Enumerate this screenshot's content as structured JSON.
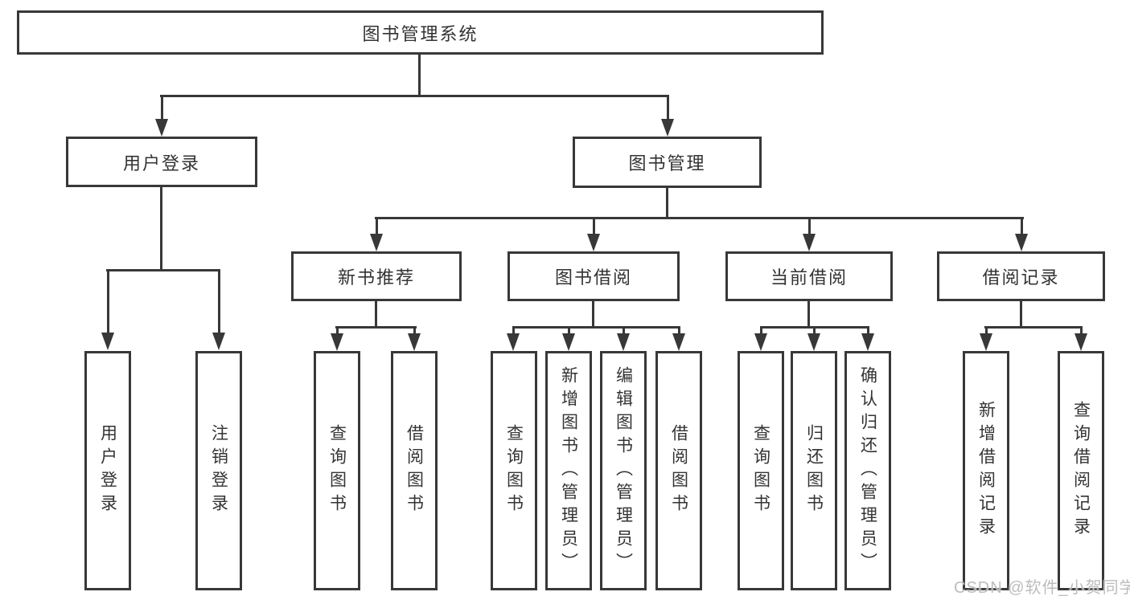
{
  "diagram": {
    "title": "图书管理系统",
    "type": "hierarchy-tree",
    "orientation": "top-down"
  },
  "colors": {
    "line": "#383838",
    "text": "#333333",
    "background": "#ffffff",
    "watermark": "#b8b8b8"
  },
  "nodes": {
    "root": {
      "label": "图书管理系统",
      "level": 1
    },
    "user_login": {
      "label": "用户登录",
      "level": 2
    },
    "book_mgmt": {
      "label": "图书管理",
      "level": 2
    },
    "login": {
      "label": "用户登录",
      "level": 3
    },
    "logout": {
      "label": "注销登录",
      "level": 3
    },
    "new_book_rec": {
      "label": "新书推荐",
      "level": 3
    },
    "book_borrow": {
      "label": "图书借阅",
      "level": 3
    },
    "current_borrow": {
      "label": "当前借阅",
      "level": 3
    },
    "borrow_record": {
      "label": "借阅记录",
      "level": 3
    },
    "nb_query": {
      "label": "查询图书",
      "level": 4
    },
    "nb_borrow": {
      "label": "借阅图书",
      "level": 4
    },
    "bb_query": {
      "label": "查询图书",
      "level": 4
    },
    "bb_add": {
      "label": "新增图书（管理员）",
      "level": 4
    },
    "bb_edit": {
      "label": "编辑图书（管理员）",
      "level": 4
    },
    "bb_borrow": {
      "label": "借阅图书",
      "level": 4
    },
    "cb_query": {
      "label": "查询图书",
      "level": 4
    },
    "cb_return": {
      "label": "归还图书",
      "level": 4
    },
    "cb_confirm": {
      "label": "确认归还（管理员）",
      "level": 4
    },
    "br_add": {
      "label": "新增借阅记录",
      "level": 4
    },
    "br_query": {
      "label": "查询借阅记录",
      "level": 4
    }
  },
  "edges": [
    [
      "root",
      "user_login"
    ],
    [
      "root",
      "book_mgmt"
    ],
    [
      "user_login",
      "login"
    ],
    [
      "user_login",
      "logout"
    ],
    [
      "book_mgmt",
      "new_book_rec"
    ],
    [
      "book_mgmt",
      "book_borrow"
    ],
    [
      "book_mgmt",
      "current_borrow"
    ],
    [
      "book_mgmt",
      "borrow_record"
    ],
    [
      "new_book_rec",
      "nb_query"
    ],
    [
      "new_book_rec",
      "nb_borrow"
    ],
    [
      "book_borrow",
      "bb_query"
    ],
    [
      "book_borrow",
      "bb_add"
    ],
    [
      "book_borrow",
      "bb_edit"
    ],
    [
      "book_borrow",
      "bb_borrow"
    ],
    [
      "current_borrow",
      "cb_query"
    ],
    [
      "current_borrow",
      "cb_return"
    ],
    [
      "current_borrow",
      "cb_confirm"
    ],
    [
      "borrow_record",
      "br_add"
    ],
    [
      "borrow_record",
      "br_query"
    ]
  ],
  "watermark": {
    "text": "CSDN @软件_小贺同学"
  }
}
